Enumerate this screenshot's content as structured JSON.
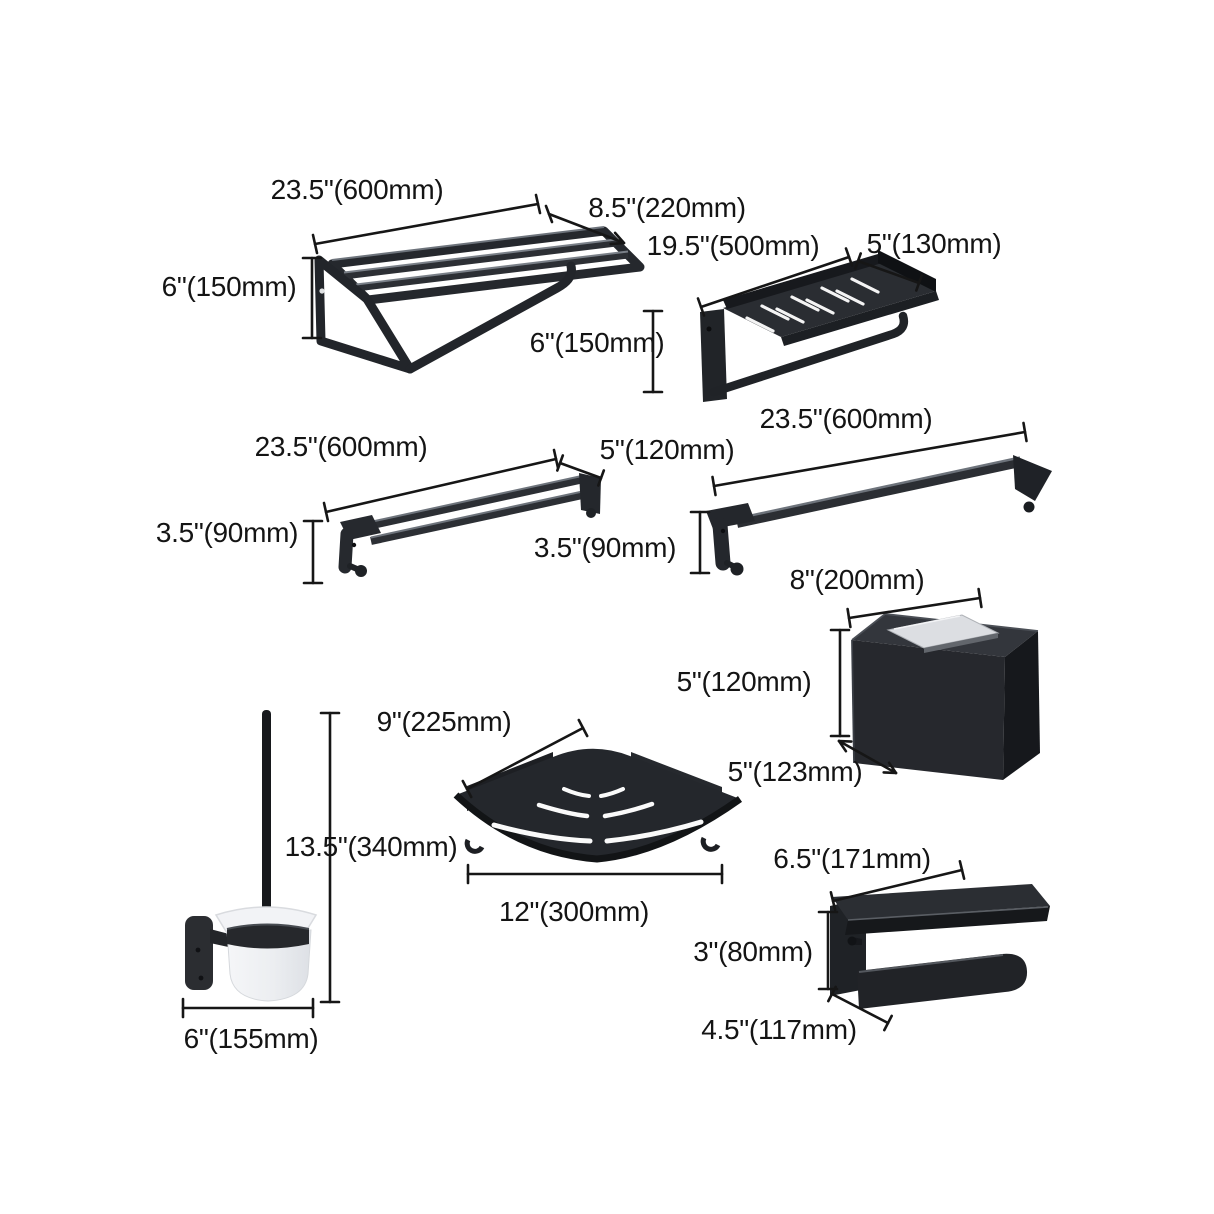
{
  "palette": {
    "background": "#ffffff",
    "dimension_ink": "#161616",
    "product_black": "#212428",
    "product_light_face": "#33363c",
    "glass_white": "#f2f3f6",
    "phone_silver": "#dcdee2",
    "slot_white": "#fafafa"
  },
  "products": [
    {
      "id": "towel-rack-with-shelf",
      "dims": [
        {
          "edge": "width",
          "label": "23.5\"(600mm)"
        },
        {
          "edge": "depth",
          "label": "8.5\"(220mm)"
        },
        {
          "edge": "height",
          "label": "6\"(150mm)"
        }
      ]
    },
    {
      "id": "towel-shelf-with-bar",
      "dims": [
        {
          "edge": "width",
          "label": "19.5\"(500mm)"
        },
        {
          "edge": "depth",
          "label": "5\"(130mm)"
        },
        {
          "edge": "height",
          "label": "6\"(150mm)"
        }
      ]
    },
    {
      "id": "double-towel-bar",
      "dims": [
        {
          "edge": "width",
          "label": "23.5\"(600mm)"
        },
        {
          "edge": "depth",
          "label": "5\"(120mm)"
        },
        {
          "edge": "height",
          "label": "3.5\"(90mm)"
        }
      ]
    },
    {
      "id": "single-towel-bar",
      "dims": [
        {
          "edge": "width",
          "label": "23.5\"(600mm)"
        },
        {
          "edge": "height",
          "label": "3.5\"(90mm)"
        }
      ]
    },
    {
      "id": "tissue-box",
      "dims": [
        {
          "edge": "width",
          "label": "8\"(200mm)"
        },
        {
          "edge": "height",
          "label": "5\"(120mm)"
        },
        {
          "edge": "depth",
          "label": "5\"(123mm)"
        }
      ]
    },
    {
      "id": "corner-shelf",
      "dims": [
        {
          "edge": "side",
          "label": "9\"(225mm)"
        },
        {
          "edge": "width",
          "label": "12\"(300mm)"
        }
      ]
    },
    {
      "id": "toilet-brush-holder",
      "dims": [
        {
          "edge": "height",
          "label": "13.5\"(340mm)"
        },
        {
          "edge": "width",
          "label": "6\"(155mm)"
        }
      ]
    },
    {
      "id": "toilet-paper-holder",
      "dims": [
        {
          "edge": "width",
          "label": "6.5\"(171mm)"
        },
        {
          "edge": "height",
          "label": "3\"(80mm)"
        },
        {
          "edge": "depth",
          "label": "4.5\"(117mm)"
        }
      ]
    }
  ]
}
